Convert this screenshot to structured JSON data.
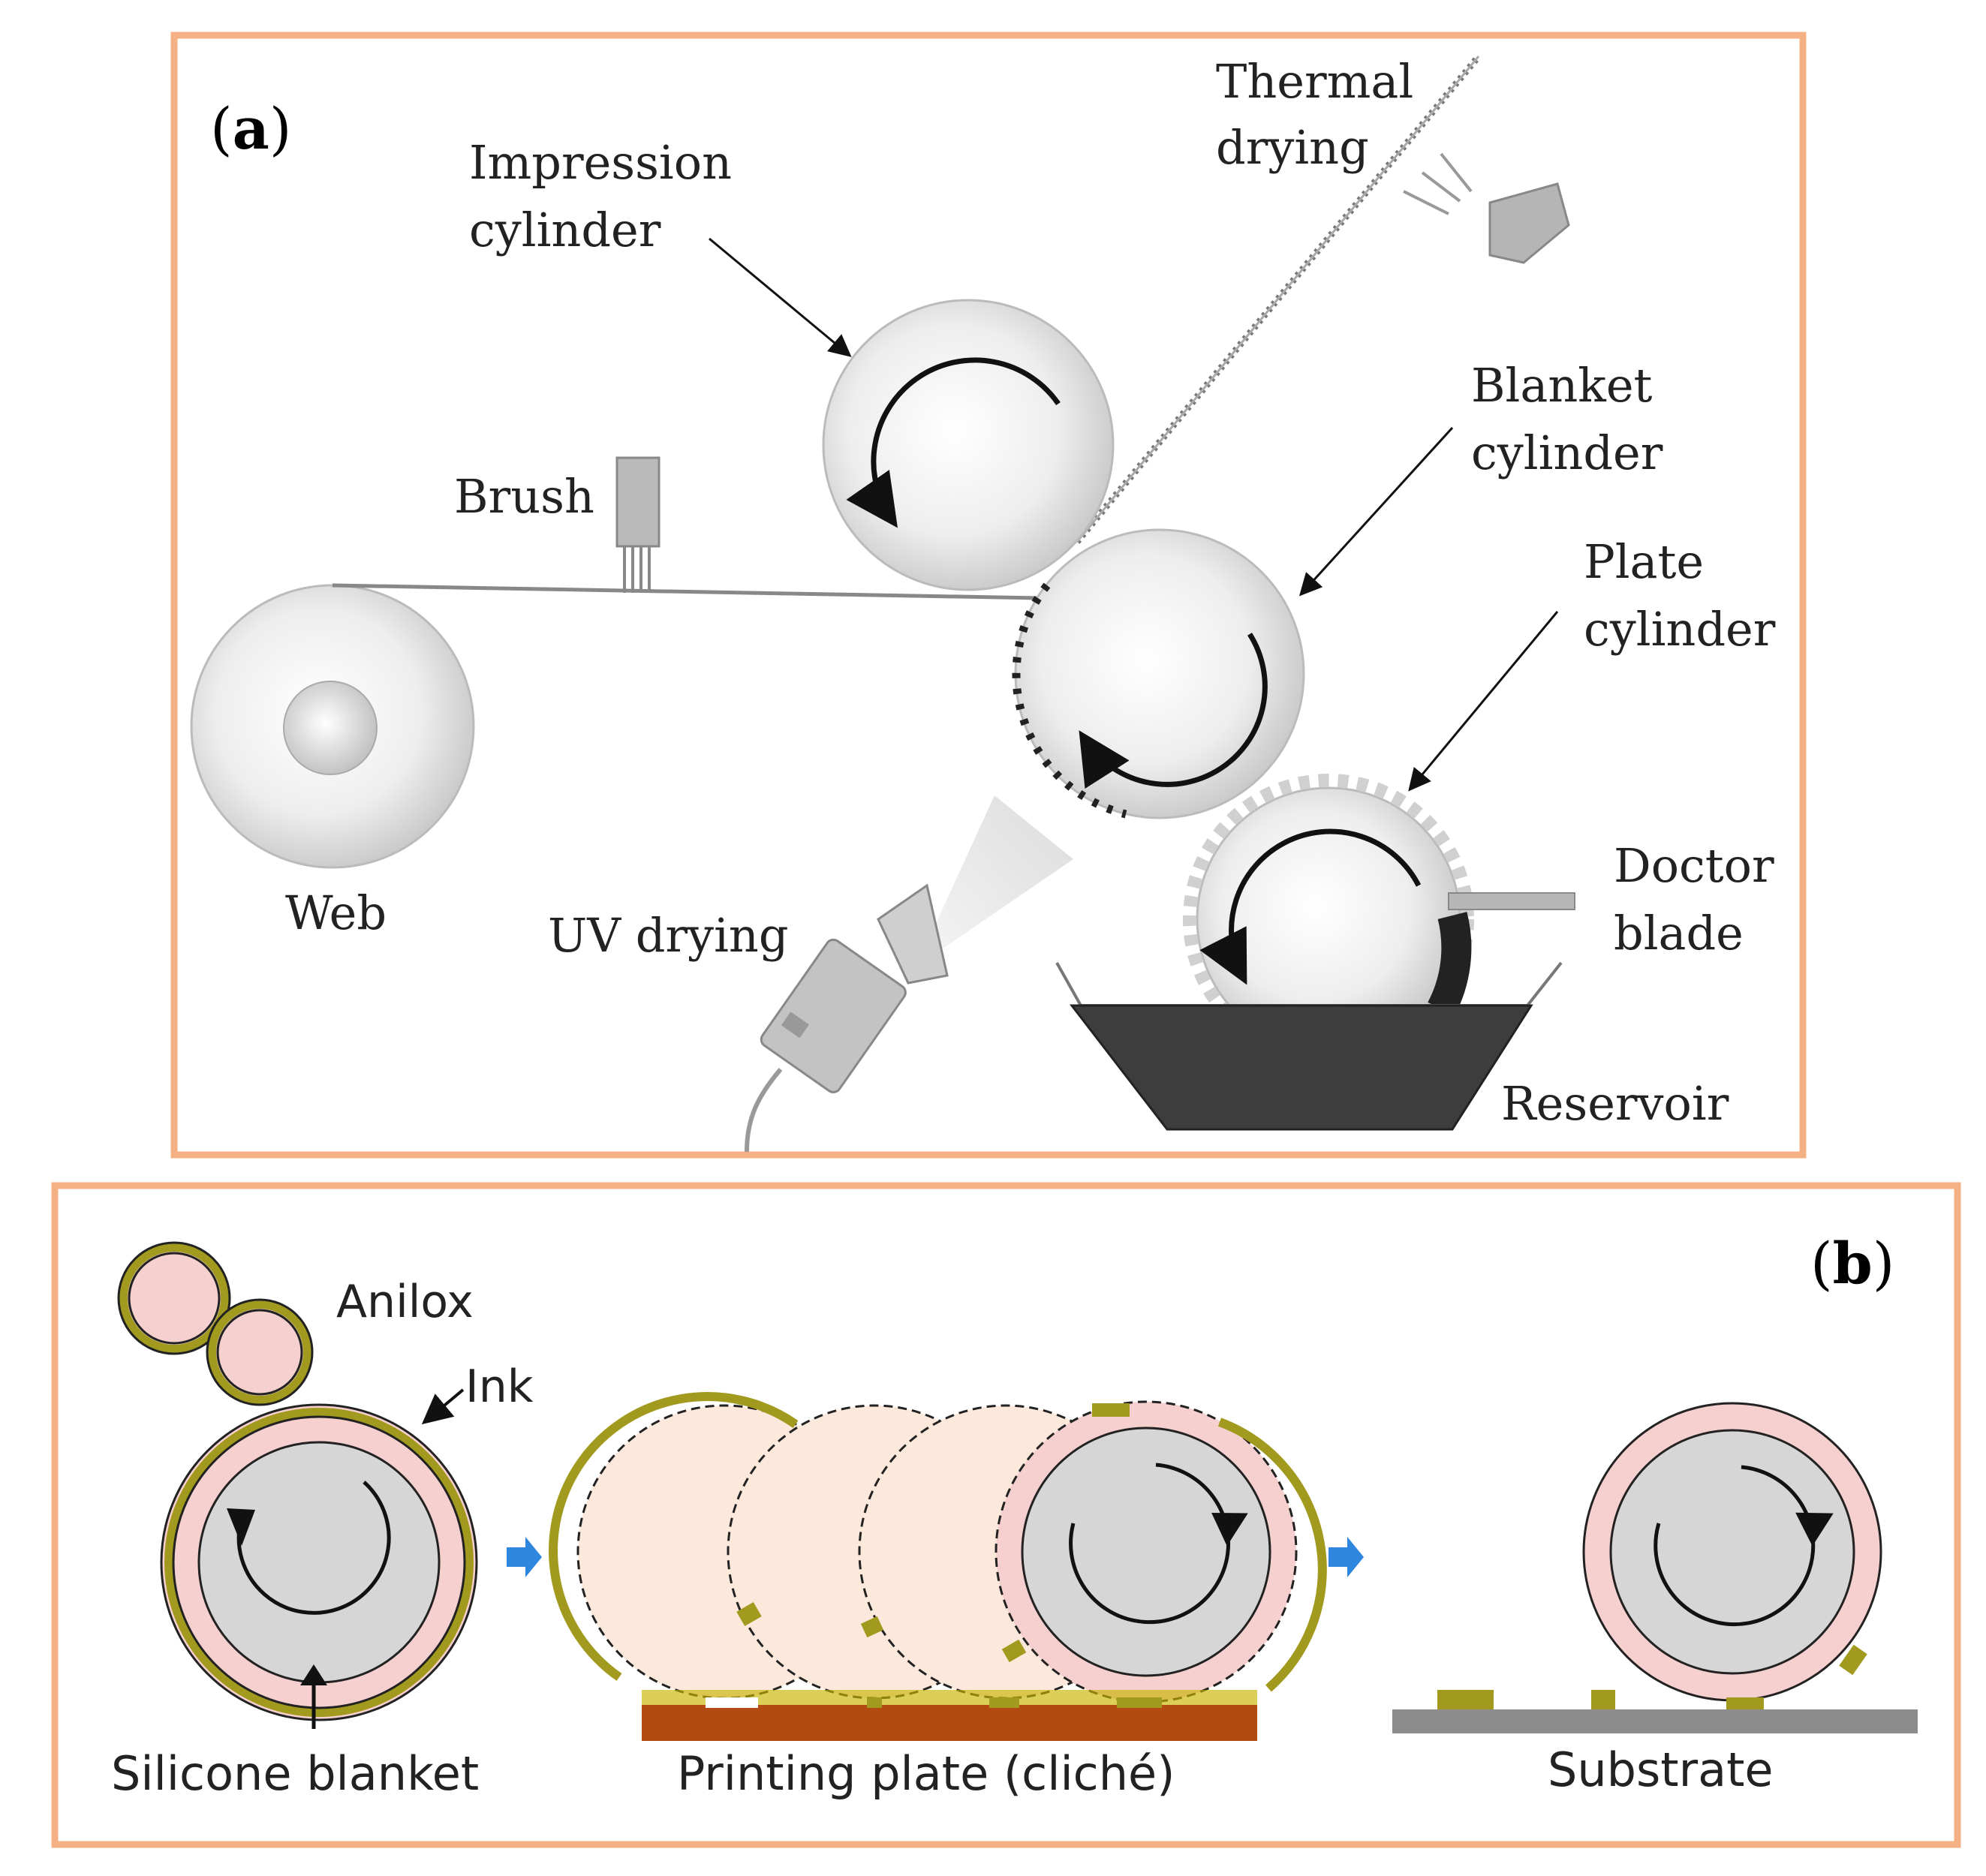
{
  "panel_a": {
    "label_open": "(",
    "label_letter": "a",
    "label_close": ")",
    "thermal_drying_line1": "Thermal",
    "thermal_drying_line2": "drying",
    "impression_cylinder_line1": "Impression",
    "impression_cylinder_line2": "cylinder",
    "blanket_cylinder_line1": "Blanket",
    "blanket_cylinder_line2": "cylinder",
    "plate_cylinder_line1": "Plate",
    "plate_cylinder_line2": "cylinder",
    "brush": "Brush",
    "web": "Web",
    "uv_drying": "UV drying",
    "doctor_blade_line1": "Doctor",
    "doctor_blade_line2": "blade",
    "reservoir": "Reservoir"
  },
  "panel_b": {
    "label_open": "(",
    "label_letter": "b",
    "label_close": ")",
    "anilox": "Anilox",
    "ink": "Ink",
    "silicone_blanket": "Silicone blanket",
    "printing_plate": "Printing plate (cliché)",
    "substrate": "Substrate"
  },
  "colors": {
    "frame_border": "#f4b183",
    "ink_olive": "#a29a1e",
    "blanket_pink": "#f6cfcf",
    "cylinder_gray": "#d6d6d6",
    "plate_brown": "#b34a12",
    "substrate_gray": "#8c8c8c",
    "arrow_blue": "#2e86de",
    "reservoir_dark": "#3d3d3d"
  }
}
